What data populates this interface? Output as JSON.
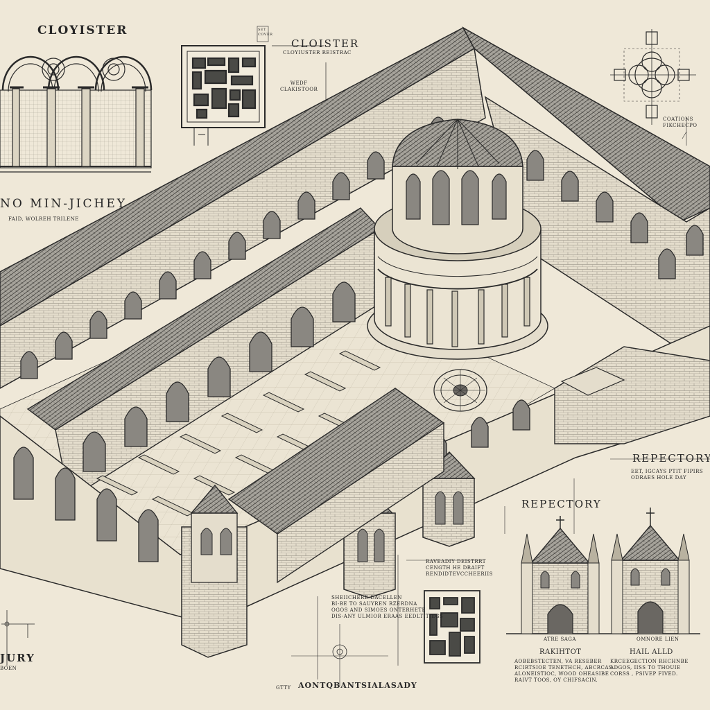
{
  "labels": {
    "cloister_top_left": "CLOYISTER",
    "cloister_plan_title": "CLOISTER",
    "cloister_plan_sub": "CLOYIUSTER REISTRAC",
    "plan_corner_tag": "SET\nCOVER",
    "plan_side_note": "WEDF\nCLAKISTOOR",
    "left_heading": "NO MIN-JICHEY",
    "left_heading_sub": "FAID, WOLREH TRILENE",
    "cross_caption": "COATIONS\nFIKCHECPO",
    "repectory_right": "REPECTORY",
    "repectory_right_sub": "EET, IGCAYS PTIT FIPIRS\nODRAES HOLE DAY",
    "repectory_center": "REPECTORY",
    "center_note": "RAVEADIY DEISTRRT\nCENGTH HE DRAIFT\nRENDIDTEVCCHEERIIS",
    "lower_note": "SHEIICHERE DACELLEN\nBI-BE TO SAUYREN RZERDNA\nOGOS AND SIMOES ONTERHETE\nDIS-ANY ULMIOR ERAAS EEDLTITIEGS",
    "bottom_left_big": "JURY",
    "bottom_left_sub": "BOEN",
    "bottom_center_small": "GTTY",
    "bottom_center_title": "AONTQBANTSIALASADY",
    "elev_left_tag": "ATRE SAGA",
    "elev_left_title": "RAKIHTOT",
    "elev_left_text": "AOBEBSTECTEN, VA RESEBER\nRCIRTSIOE TENETHCH, ABCRCAS\nALONEISTIOC, WOOD OHEASIBE\nRAIVT TOOS, OY CHIFSACIN.",
    "elev_right_tag": "OMNORE LIEN",
    "elev_right_title": "HAIL ALLD",
    "elev_right_text": "KRCEEGECTION RHCHNBE\nADGOS, IISS TO THOUIE\nCORSS , PSIVEP FIVED."
  },
  "colors": {
    "paper": "#efe8d8",
    "ink": "#2a2a2a",
    "stone": "#e2dccb",
    "roof": "#8c8a84"
  }
}
